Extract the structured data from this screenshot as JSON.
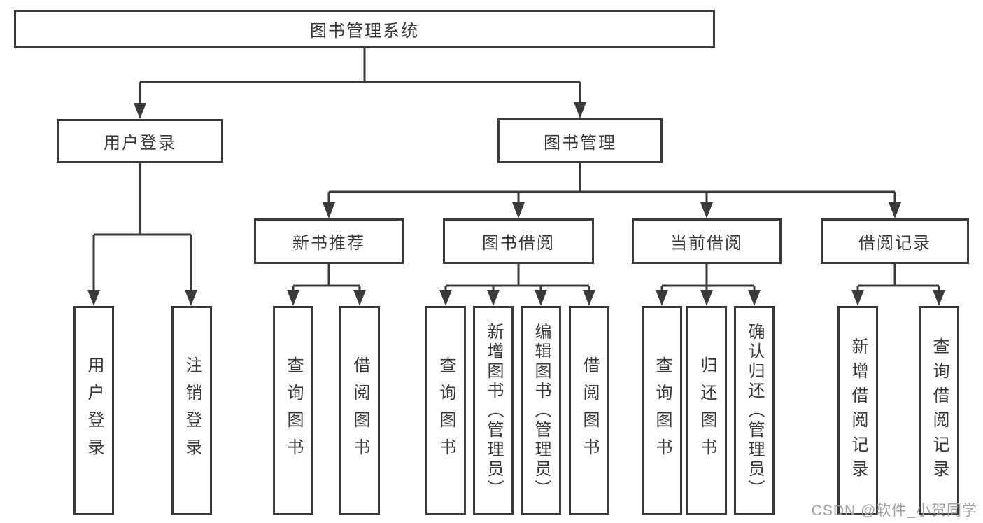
{
  "colors": {
    "line": "#3a3a3a",
    "box_border": "#3a3a3a",
    "text": "#383838",
    "background": "#ffffff",
    "watermark": "#a0a0a0"
  },
  "diagram": {
    "type": "tree",
    "root": {
      "label": "图书管理系统",
      "children": [
        {
          "label": "用户登录",
          "children": [
            {
              "label": "用户登录"
            },
            {
              "label": "注销登录"
            }
          ]
        },
        {
          "label": "图书管理",
          "children": [
            {
              "label": "新书推荐",
              "children": [
                {
                  "label": "查询图书"
                },
                {
                  "label": "借阅图书"
                }
              ]
            },
            {
              "label": "图书借阅",
              "children": [
                {
                  "label": "查询图书"
                },
                {
                  "label": "新增图书（管理员）"
                },
                {
                  "label": "编辑图书（管理员）"
                },
                {
                  "label": "借阅图书"
                }
              ]
            },
            {
              "label": "当前借阅",
              "children": [
                {
                  "label": "查询图书"
                },
                {
                  "label": "归还图书"
                },
                {
                  "label": "确认归还（管理员）"
                }
              ]
            },
            {
              "label": "借阅记录",
              "children": [
                {
                  "label": "新增借阅记录"
                },
                {
                  "label": "查询借阅记录"
                }
              ]
            }
          ]
        }
      ]
    }
  },
  "watermark": {
    "text": "CSDN @软件_小贺同学"
  }
}
